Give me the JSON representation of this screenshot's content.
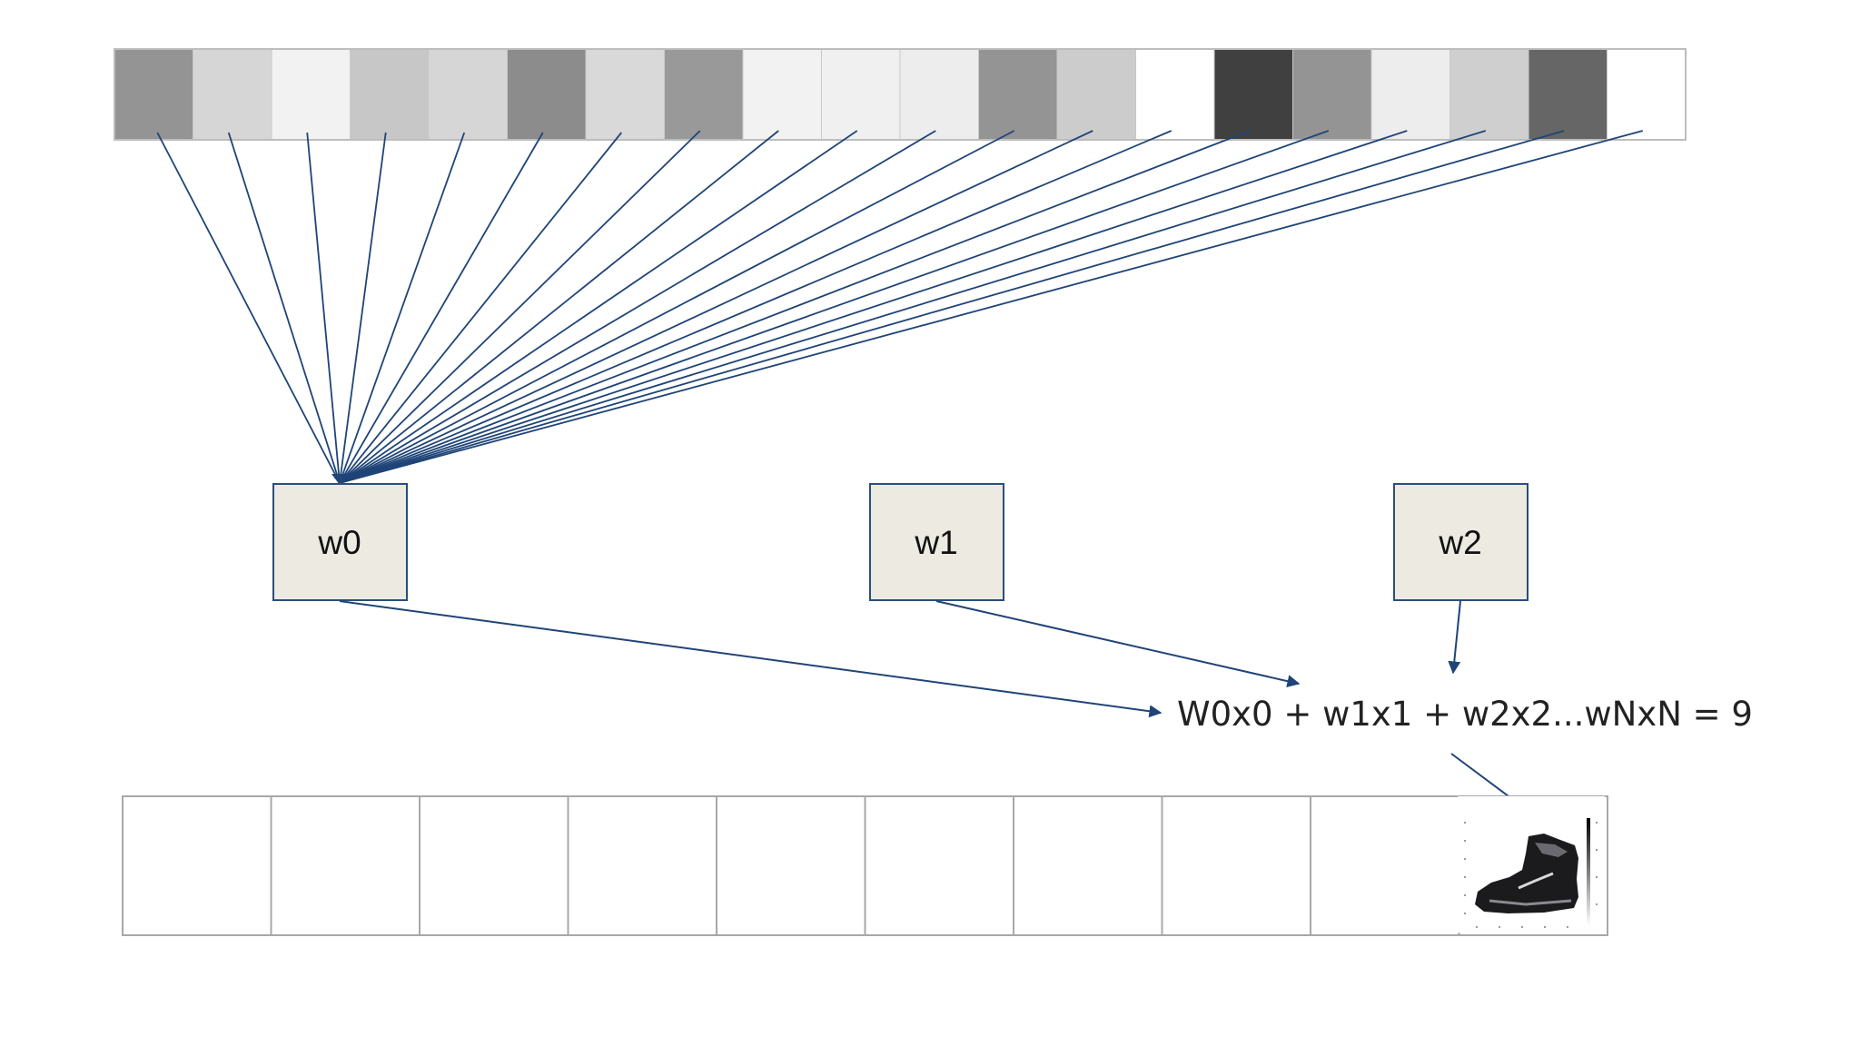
{
  "input_vector": {
    "pixel_intensities": [
      0.42,
      0.16,
      0.05,
      0.22,
      0.16,
      0.45,
      0.15,
      0.4,
      0.05,
      0.06,
      0.07,
      0.42,
      0.2,
      0.0,
      0.75,
      0.42,
      0.07,
      0.19,
      0.6,
      0.0
    ]
  },
  "weights": [
    {
      "label": "w0"
    },
    {
      "label": "w1"
    },
    {
      "label": "w2"
    }
  ],
  "formula": "W0x0 + w1x1 + w2x2...wNxN = 9",
  "output_vector": {
    "cell_count": 10,
    "highlighted_index": 9,
    "highlighted_content": "ankle-boot-thumbnail"
  },
  "colors": {
    "arrow": "#1f4477",
    "weight_fill": "#eceae1",
    "weight_stroke": "#2a4e7d",
    "cell_border": "#a8a8a8"
  }
}
